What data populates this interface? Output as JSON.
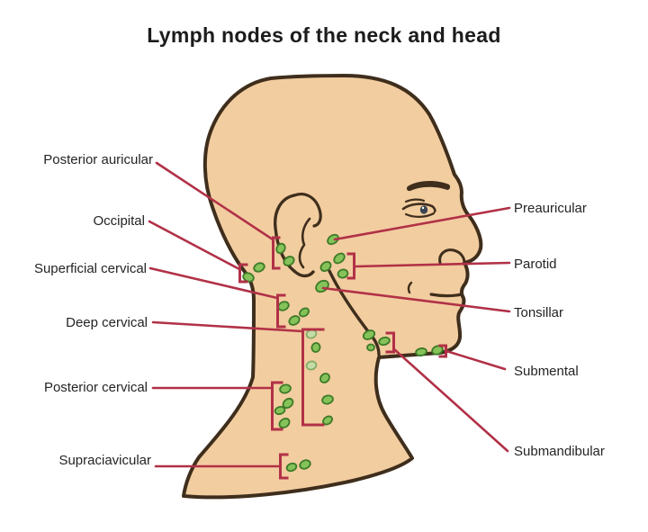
{
  "title": "Lymph nodes of the neck and head",
  "labels": {
    "posterior_auricular": "Posterior auricular",
    "occipital": "Occipital",
    "superficial_cervical": "Superficial cervical",
    "deep_cervical": "Deep cervical",
    "posterior_cervical": "Posterior cervical",
    "supraclavicular": "Supraciavicular",
    "preauricular": "Preauricular",
    "parotid": "Parotid",
    "tonsillar": "Tonsillar",
    "submental": "Submental",
    "submandibular": "Submandibular"
  },
  "colors": {
    "background": "#FFFFFF",
    "skin": "#F2CDA0",
    "outline": "#3F2E1C",
    "node_fill": "#85C35A",
    "node_fill_pale": "#C4DCA6",
    "node_stroke": "#3D7A27",
    "node_stroke_pale": "#86AB66",
    "leader_line": "#B13147",
    "text": "#242424"
  }
}
